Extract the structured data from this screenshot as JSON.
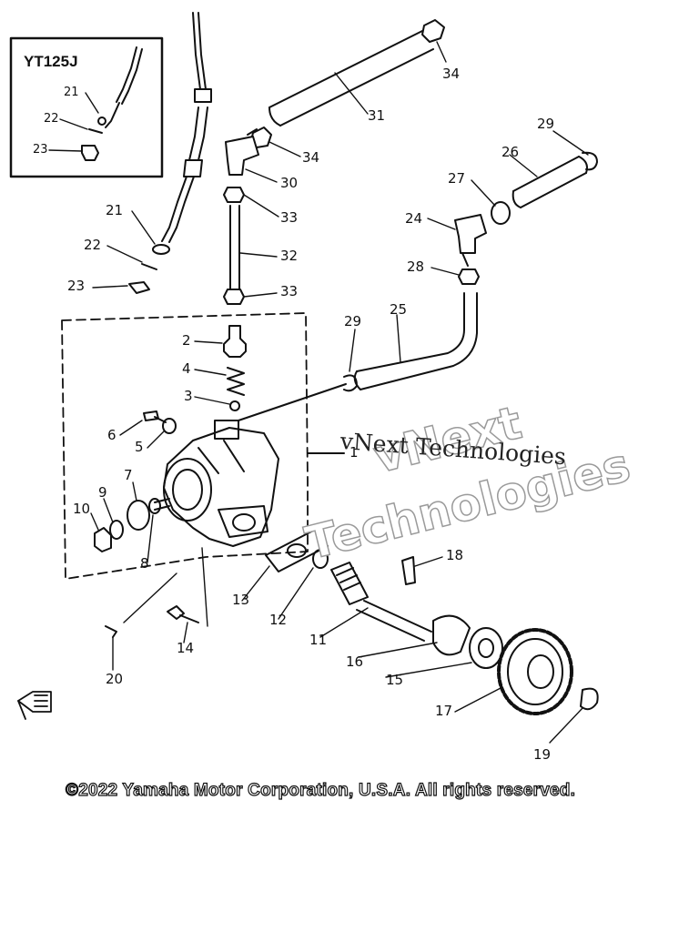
{
  "inset": {
    "title": "YT125J",
    "labels": [
      "21",
      "22",
      "23"
    ]
  },
  "callouts": {
    "c34a": "34",
    "c31": "31",
    "c34b": "34",
    "c30": "30",
    "c29a": "29",
    "c26": "26",
    "c27": "27",
    "c33a": "33",
    "c21": "21",
    "c24": "24",
    "c32": "32",
    "c22": "22",
    "c28": "28",
    "c23": "23",
    "c33b": "33",
    "c29b": "29",
    "c25": "25",
    "c2": "2",
    "c4": "4",
    "c3": "3",
    "c6": "6",
    "c5": "5",
    "c1": "1",
    "c7": "7",
    "c9": "9",
    "c10": "10",
    "c8": "8",
    "c18": "18",
    "c13": "13",
    "c12": "12",
    "c11": "11",
    "c16": "16",
    "c14": "14",
    "c15": "15",
    "c20": "20",
    "c17": "17",
    "c19": "19"
  },
  "watermark": {
    "text": "vNext Technologies",
    "word1": "vNext",
    "word2": "Technologies"
  },
  "copyright": "©2022 Yamaha Motor Corporation, U.S.A. All rights reserved.",
  "colors": {
    "ink": "#111111",
    "watermark_outline": "#9a9a9a",
    "background": "#ffffff"
  }
}
